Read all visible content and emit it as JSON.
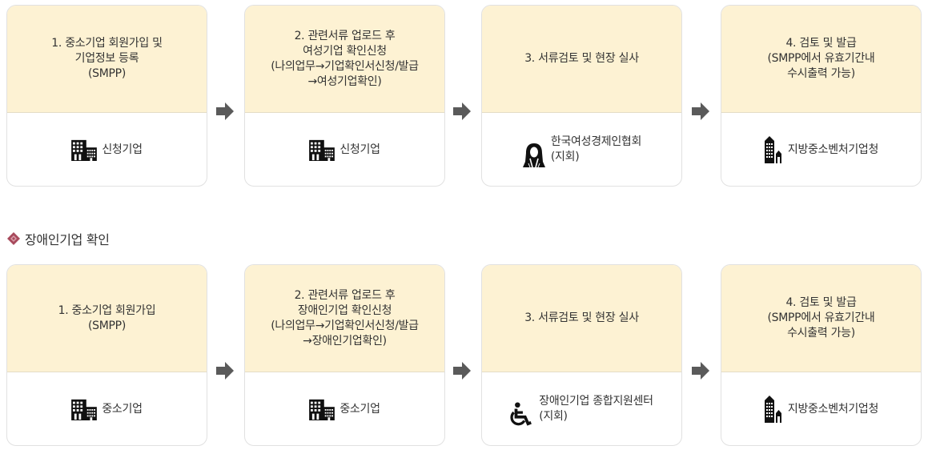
{
  "colors": {
    "header_bg": "#fdf2d3",
    "card_border": "#e1e1e1",
    "arrow": "#5a5a5a",
    "bullet": "#a84a5c"
  },
  "section1": {
    "steps": [
      {
        "title": "1. 중소기업 회원가입 및\n기업정보 등록\n(SMPP)",
        "actor": "신청기업",
        "icon": "office-building-icon"
      },
      {
        "title": "2. 관련서류 업로드 후\n여성기업 확인신청\n(나의업무→기업확인서신청/발급\n→여성기업확인)",
        "actor": "신청기업",
        "icon": "office-building-icon"
      },
      {
        "title": "3. 서류검토 및 현장 실사",
        "actor": "한국여성경제인협회\n(지회)",
        "icon": "woman-icon"
      },
      {
        "title": "4. 검토 및 발급\n(SMPP에서 유효기간내\n수시출력 가능)",
        "actor": "지방중소벤처기업청",
        "icon": "government-building-icon"
      }
    ]
  },
  "section2": {
    "heading": "장애인기업 확인",
    "steps": [
      {
        "title": "1. 중소기업 회원가입\n(SMPP)",
        "actor": "중소기업",
        "icon": "office-building-icon"
      },
      {
        "title": "2. 관련서류 업로드 후\n장애인기업 확인신청\n(나의업무→기업확인서신청/발급\n→장애인기업확인)",
        "actor": "중소기업",
        "icon": "office-building-icon"
      },
      {
        "title": "3. 서류검토 및 현장 실사",
        "actor": "장애인기업 종합지원센터\n(지회)",
        "icon": "wheelchair-icon"
      },
      {
        "title": "4. 검토 및 발급\n(SMPP에서 유효기간내\n수시출력 가능)",
        "actor": "지방중소벤처기업청",
        "icon": "government-building-icon"
      }
    ]
  }
}
